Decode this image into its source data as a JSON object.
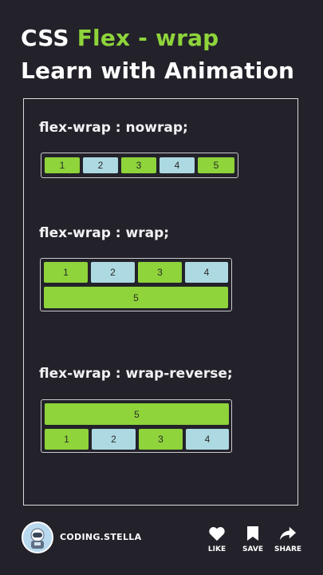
{
  "header": {
    "title_prefix": "CSS ",
    "title_accent": "Flex - wrap",
    "subtitle": "Learn with Animation",
    "accent_color": "#8ed43a"
  },
  "demos": [
    {
      "label": "flex-wrap : nowrap;",
      "items": [
        "1",
        "2",
        "3",
        "4",
        "5"
      ]
    },
    {
      "label": "flex-wrap : wrap;",
      "items": [
        "1",
        "2",
        "3",
        "4",
        "5"
      ]
    },
    {
      "label": "flex-wrap : wrap-reverse;",
      "items": [
        "5",
        "1",
        "2",
        "3",
        "4"
      ]
    }
  ],
  "colors": {
    "green_item": "#8ed43a",
    "blue_item": "#add9e2",
    "background": "#23222a"
  },
  "footer": {
    "channel": "CODING.STELLA",
    "like_label": "LIKE",
    "save_label": "SAVE",
    "share_label": "SHARE",
    "like_icon": "heart-icon",
    "save_icon": "bookmark-icon",
    "share_icon": "share-arrow-icon"
  }
}
